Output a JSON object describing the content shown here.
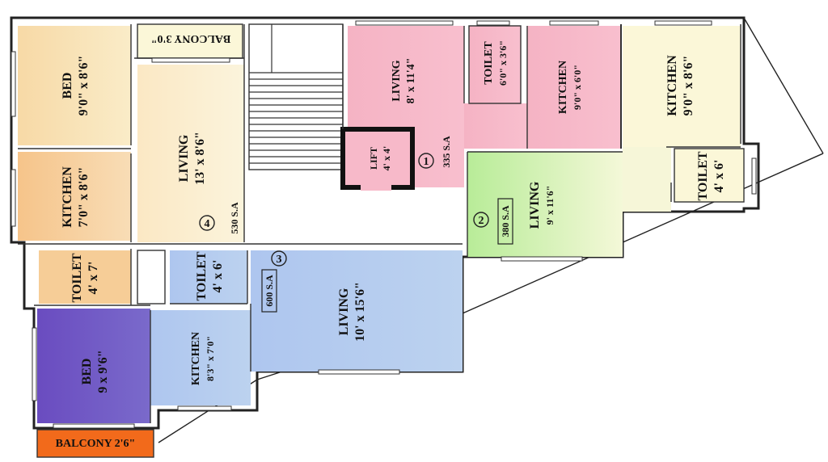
{
  "colors": {
    "unit1": "#f5b3c4",
    "unit2": "#c9f0a8",
    "unit3": "#b9cfee",
    "unit4": "#f8e3c0",
    "kitchen4": "#f6c98e",
    "bed_dark": "#6c52c0",
    "balcony_orange": "#f26a1b",
    "lift_border": "#111111",
    "cream": "#fbf7d8"
  },
  "rooms": {
    "bed_top": {
      "name": "BED",
      "dim": "9'0\" x 8'6\""
    },
    "balcony_top": {
      "name": "BALCONY 3'0\""
    },
    "living_4": {
      "name": "LIVING",
      "dim": "13' x 8'6\""
    },
    "unit4_number": "4",
    "unit4_area": "530 S.A",
    "kitchen_4": {
      "name": "KITCHEN",
      "dim": "7'0\" x 8'6\""
    },
    "toilet_4": {
      "name": "TOILET",
      "dim": "4' x 7'"
    },
    "living_1": {
      "name": "LIVING",
      "dim": "8' x 11'4\""
    },
    "toilet_1": {
      "name": "TOILET",
      "dim": "6'0\" x 3'6\""
    },
    "kitchen_1": {
      "name": "KITCHEN",
      "dim": "9'0\" x 6'0\""
    },
    "lift": {
      "name": "LIFT",
      "dim": "4' x 4'"
    },
    "unit1_number": "1",
    "unit1_area": "335 S.A",
    "kitchen_2": {
      "name": "KITCHEN",
      "dim": "9'0\" x 8'6\""
    },
    "toilet_2": {
      "name": "TOILET",
      "dim": "4' x 6'"
    },
    "living_2": {
      "name": "LIVING",
      "dim": "9' x 11'6\""
    },
    "unit2_number": "2",
    "unit2_area": "380 S.A",
    "toilet_3": {
      "name": "TOILET",
      "dim": "4' x 6'"
    },
    "unit3_number": "3",
    "unit3_area": "600 S.A",
    "living_3": {
      "name": "LIVING",
      "dim": "10' x 15'6\""
    },
    "kitchen_3": {
      "name": "KITCHEN",
      "dim": "8'3\" x 7'0\""
    },
    "bed_3": {
      "name": "BED",
      "dim": "9 x 9'6\""
    },
    "balcony_bottom": {
      "name": "BALCONY 2'6\""
    }
  }
}
